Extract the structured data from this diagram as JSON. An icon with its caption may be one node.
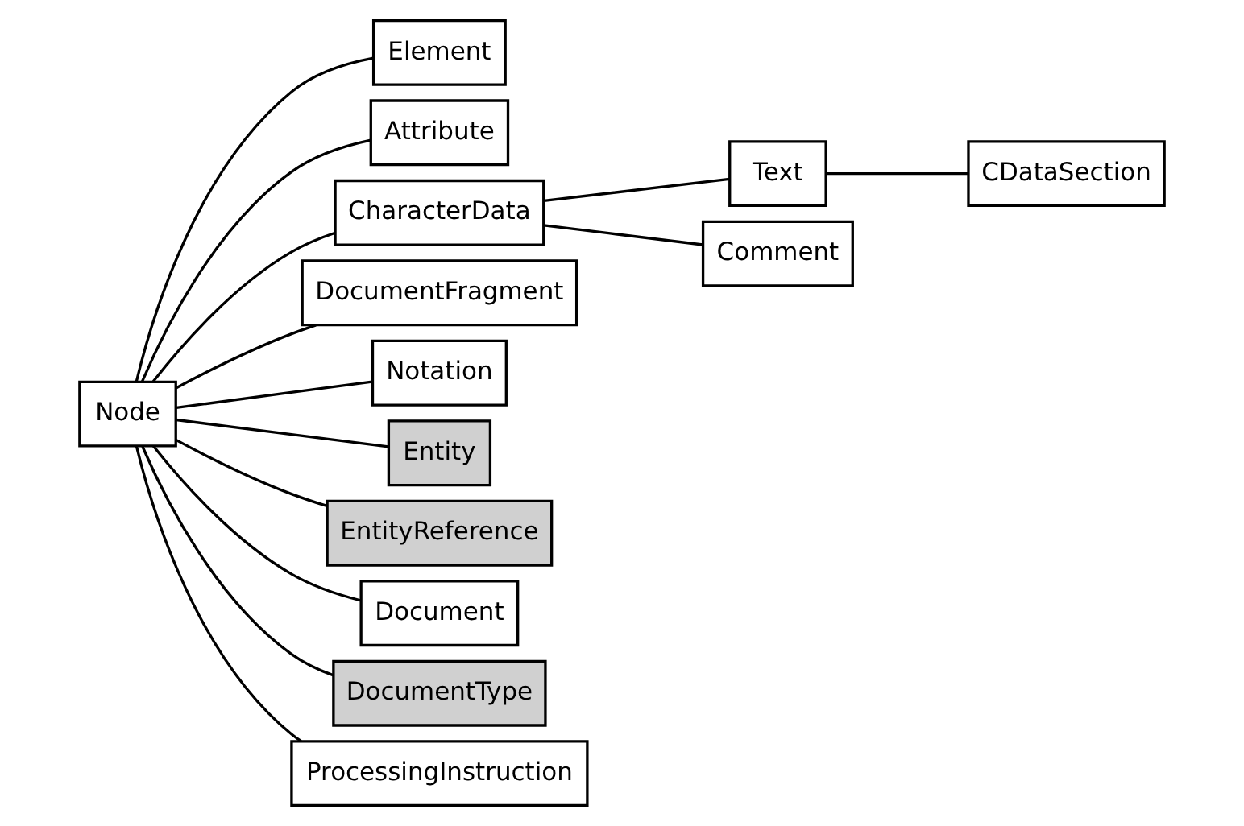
{
  "diagram": {
    "nodes": [
      {
        "text": [
          "Node"
        ]
      },
      {
        "text": [
          "Element"
        ]
      },
      {
        "text": [
          "Attribute"
        ]
      },
      {
        "text": [
          "CharacterData"
        ]
      },
      {
        "text": [
          "Text"
        ]
      },
      {
        "text": [
          "CDataSection"
        ]
      },
      {
        "text": [
          "Comment"
        ]
      },
      {
        "text": [
          "DocumentFragment"
        ]
      },
      {
        "text": [
          "Notation"
        ]
      },
      {
        "text": [
          "Entity"
        ]
      },
      {
        "text": [
          "EntityReference"
        ]
      },
      {
        "text": [
          "Document"
        ]
      },
      {
        "text": [
          "DocumentType"
        ]
      },
      {
        "text": [
          "ProcessingInstruction"
        ]
      }
    ],
    "edges": [
      {
        "from": 0,
        "to": 1,
        "arrow": "none"
      },
      {
        "from": 0,
        "to": 2,
        "arrow": "none"
      },
      {
        "from": 0,
        "to": 3,
        "arrow": "none"
      },
      {
        "from": 0,
        "to": 7,
        "arrow": "none"
      },
      {
        "from": 0,
        "to": 8,
        "arrow": "none"
      },
      {
        "from": 0,
        "to": 9,
        "arrow": "none"
      },
      {
        "from": 0,
        "to": 10,
        "arrow": "none"
      },
      {
        "from": 0,
        "to": 11,
        "arrow": "none"
      },
      {
        "from": 0,
        "to": 12,
        "arrow": "none"
      },
      {
        "from": 0,
        "to": 13,
        "arrow": "none"
      },
      {
        "from": 3,
        "to": 4,
        "arrow": "none"
      },
      {
        "from": 3,
        "to": 6,
        "arrow": "none"
      },
      {
        "from": 4,
        "to": 5,
        "arrow": "none"
      }
    ]
  }
}
